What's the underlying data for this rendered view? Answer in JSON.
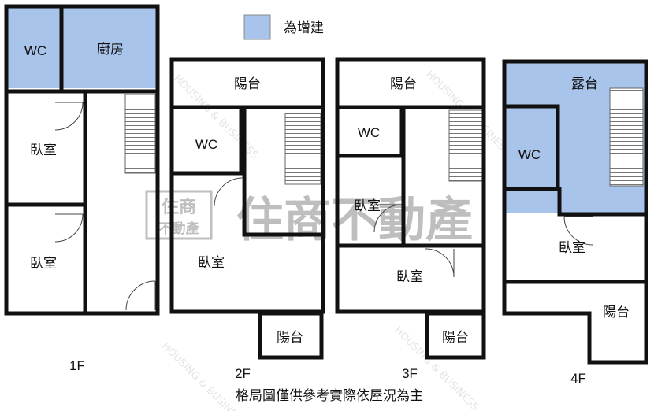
{
  "legend": {
    "text": "為增建",
    "color": "#a9c4ea"
  },
  "watermark": {
    "brand": "住商不動產",
    "logo_top": "住商",
    "logo_bottom": "不動產",
    "english": "HOUSING & BUSINESS"
  },
  "footer": {
    "note": "格局圖僅供參考實際依屋況為主"
  },
  "floors": [
    {
      "id": "1F",
      "label": "1F",
      "rooms": {
        "wc": "WC",
        "kitchen": "廚房",
        "bedroom_a": "臥室",
        "bedroom_b": "臥室"
      }
    },
    {
      "id": "2F",
      "label": "2F",
      "rooms": {
        "balcony_top": "陽台",
        "wc": "WC",
        "bedroom": "臥室",
        "balcony_bottom": "陽台"
      }
    },
    {
      "id": "3F",
      "label": "3F",
      "rooms": {
        "balcony_top": "陽台",
        "wc": "WC",
        "bedroom_small": "臥室",
        "bedroom": "臥室",
        "balcony_bottom": "陽台"
      }
    },
    {
      "id": "4F",
      "label": "4F",
      "rooms": {
        "terrace": "露台",
        "wc": "WC",
        "bedroom": "臥室",
        "balcony": "陽台"
      }
    }
  ],
  "colors": {
    "addition": "#a9c4ea",
    "wall": "#111111"
  }
}
